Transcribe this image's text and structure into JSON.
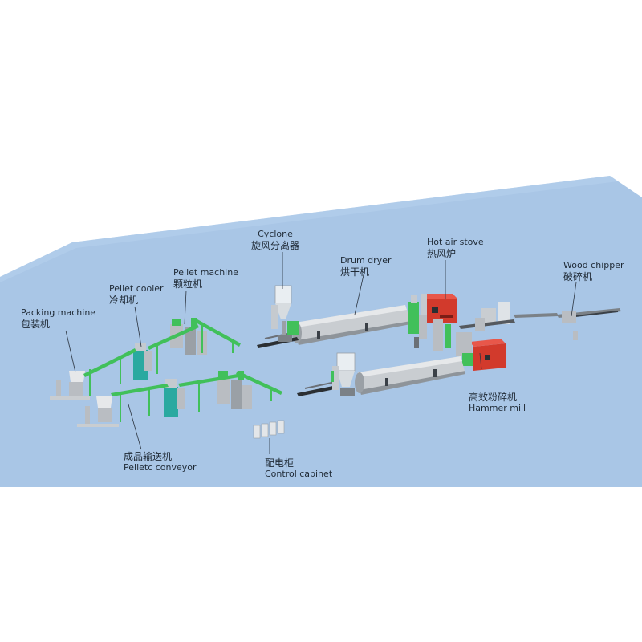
{
  "colors": {
    "floor": "#a9c6e6",
    "floor_edge": "#9fbddc",
    "machine_green": "#41c05a",
    "machine_steel": "#b9bdc2",
    "stove_red": "#d23a2c",
    "cooler_teal": "#2aa9a0"
  },
  "labels": {
    "cyclone": {
      "en": "Cyclone",
      "zh": "旋风分离器"
    },
    "hot_air_stove": {
      "en": "Hot air stove",
      "zh": "热风炉"
    },
    "drum_dryer": {
      "en": "Drum dryer",
      "zh": "烘干机"
    },
    "wood_chipper": {
      "en": "Wood chipper",
      "zh": "破碎机"
    },
    "pellet_machine": {
      "en": "Pellet machine",
      "zh": "颗粒机"
    },
    "pellet_cooler": {
      "en": "Pellet cooler",
      "zh": "冷却机"
    },
    "packing_machine": {
      "en": "Packing machine",
      "zh": "包装机"
    },
    "hammer_mill": {
      "en": "Hammer mill",
      "zh": "高效粉碎机"
    },
    "pellet_conveyor": {
      "en": "Pelletc conveyor",
      "zh": "成品输送机"
    },
    "control_cabinet": {
      "en": "Control cabinet",
      "zh": "配电柜"
    }
  }
}
